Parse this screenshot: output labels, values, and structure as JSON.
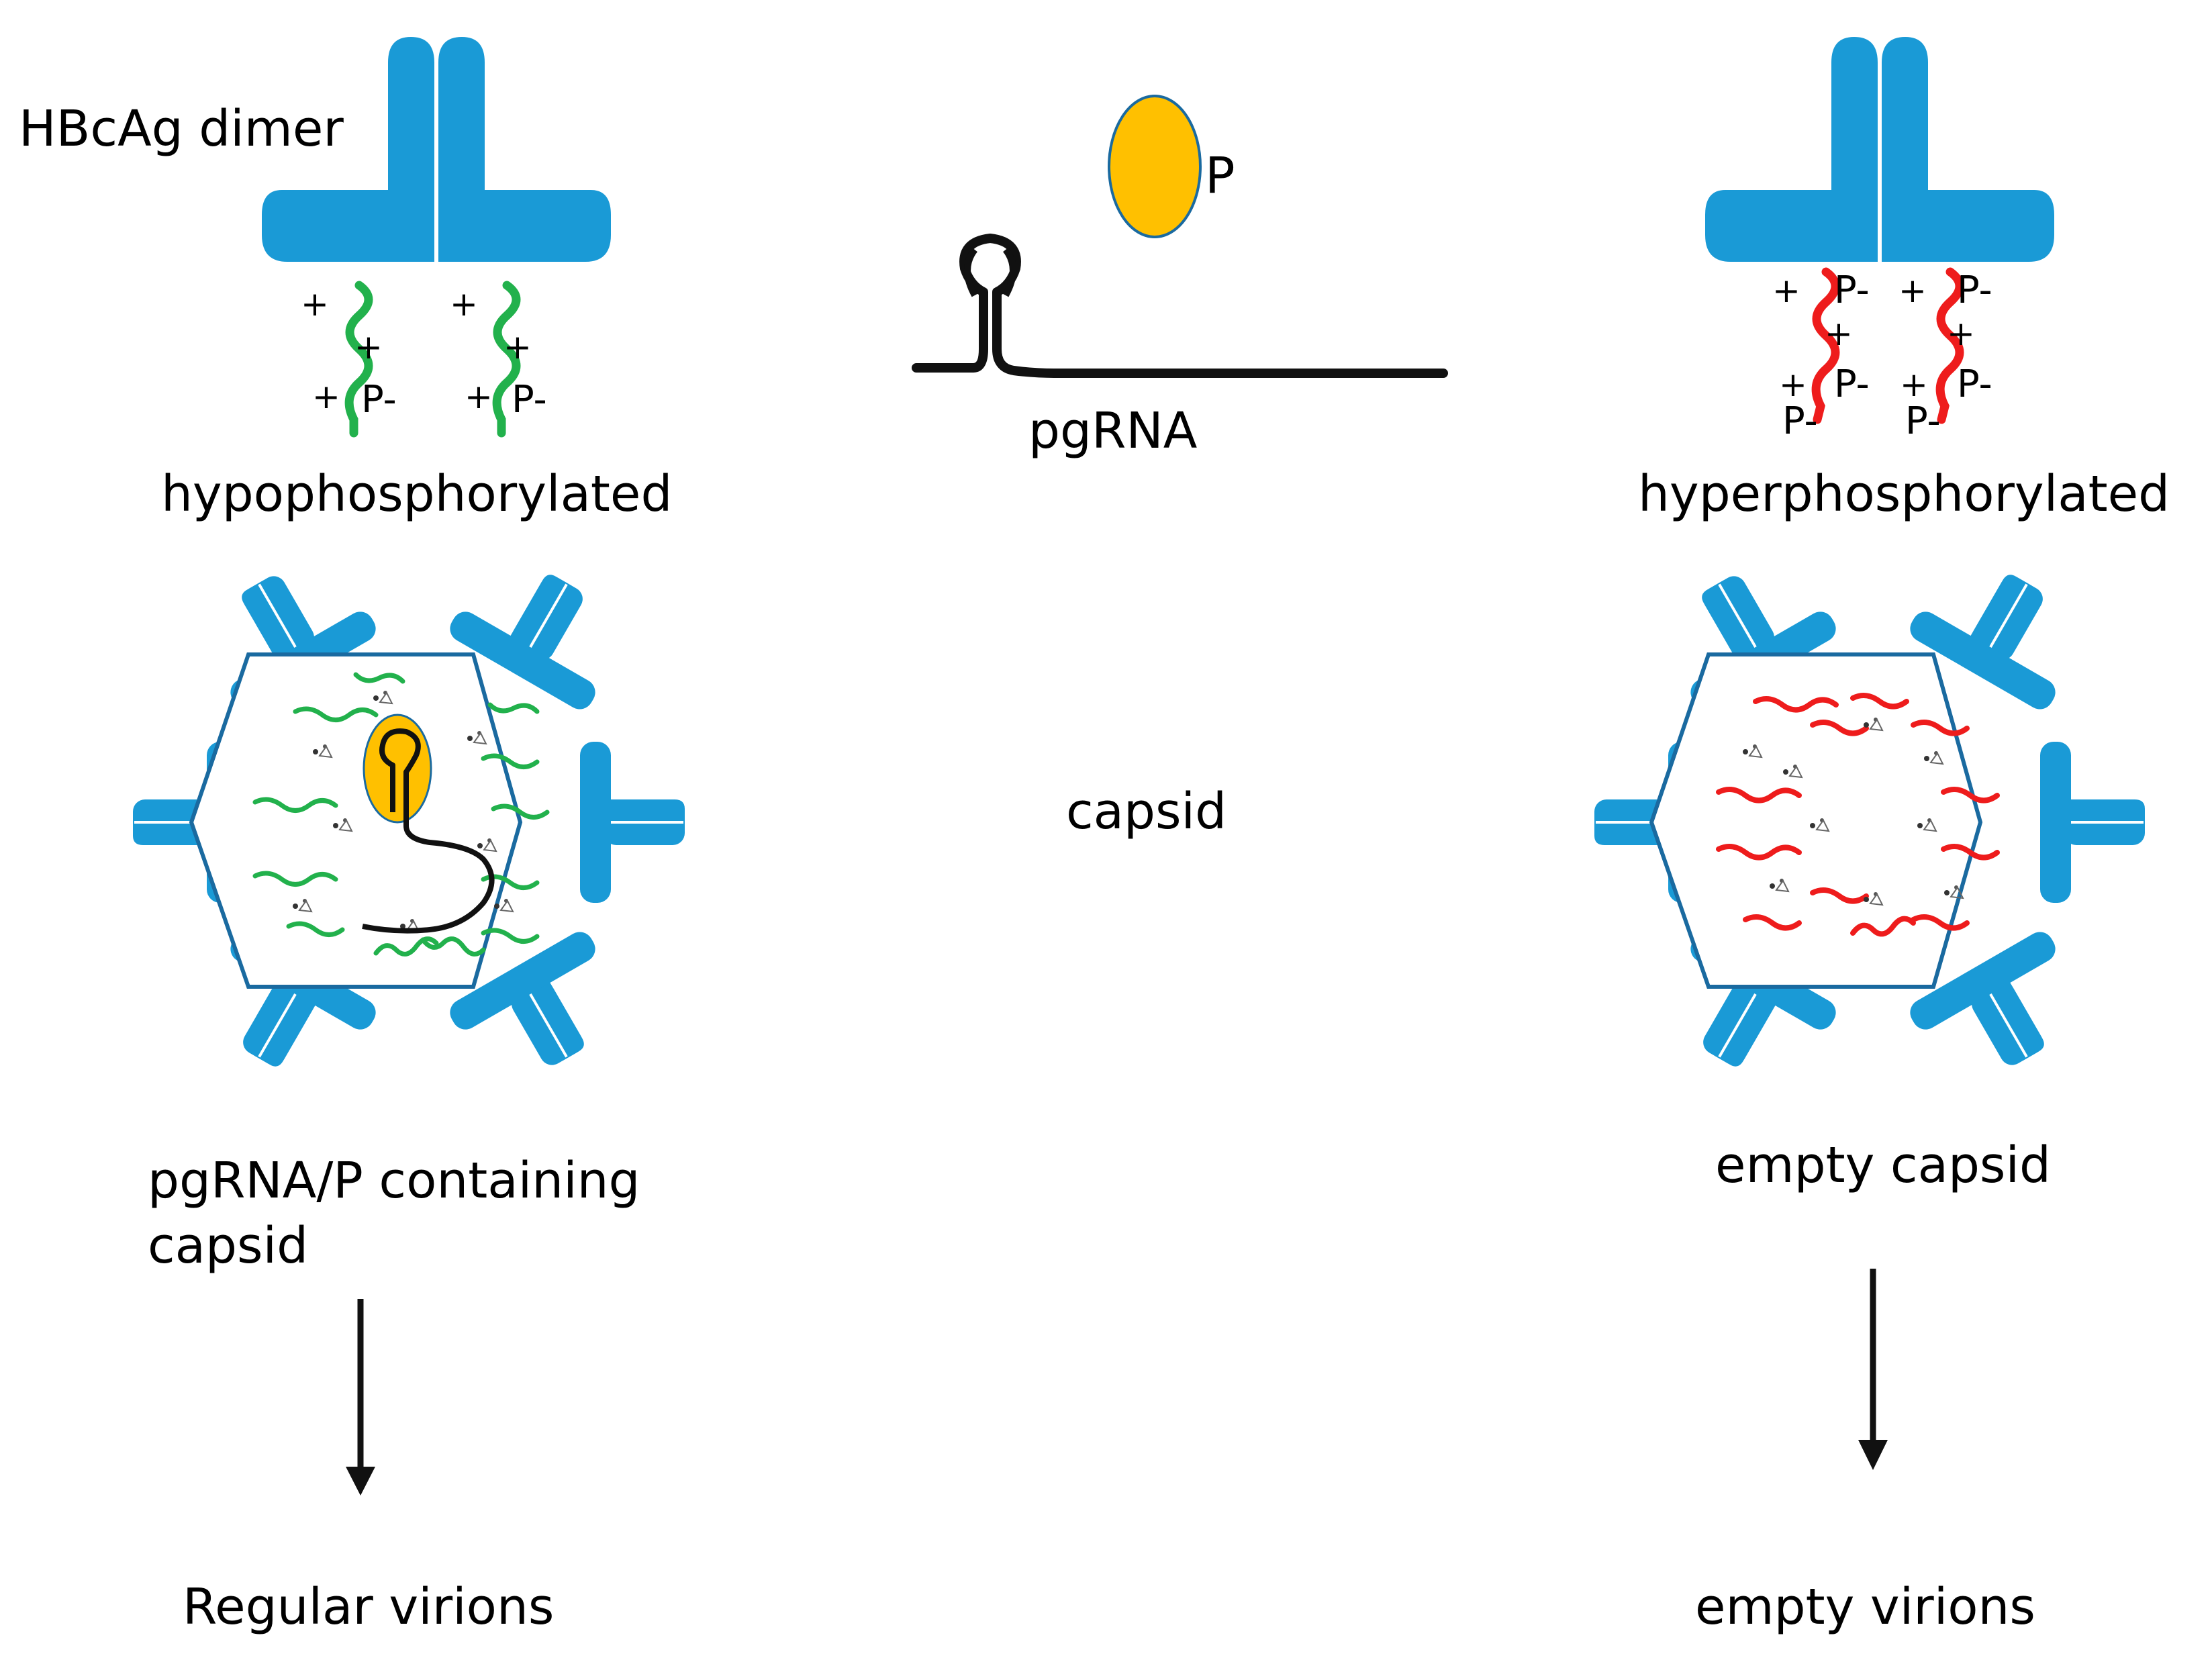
{
  "colors": {
    "protein": "#1a9ad6",
    "polymerase": "#ffc000",
    "hypo_tail": "#22b14c",
    "hyper_tail": "#ee1c1c",
    "rna": "#111111"
  },
  "labels": {
    "dimer": "HBcAg dimer",
    "polymerase": "P",
    "pgrna": "pgRNA",
    "hypo": "hypophosphorylated",
    "hyper": "hyperphosphorylated",
    "capsid": "capsid",
    "left_capsid_line1": "pgRNA/P containing",
    "left_capsid_line2": "capsid",
    "right_capsid": "empty capsid",
    "left_result": "Regular virions",
    "right_result": "empty virions"
  },
  "symbols": {
    "plus": "+",
    "phospho": "P-"
  },
  "icons": {
    "dimer": "protein-dimer-icon",
    "capsid": "hexagonal-capsid-icon",
    "rna": "rna-stem-loop-icon",
    "arrow": "arrow-down-icon"
  }
}
